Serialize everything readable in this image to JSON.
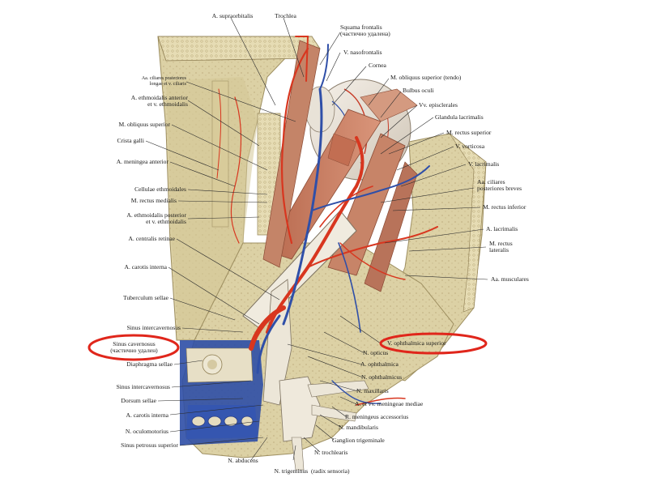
{
  "labels": {
    "a_supraorbitalis": "A. supraorbitalis",
    "trochlea": "Trochlea",
    "squama_frontalis": "Squama frontalis\n(частично удалена)",
    "v_nasofrontalis": "V. nasofrontalis",
    "cornea": "Cornea",
    "m_obliquus_superior_tendo": "M. obliquus superior (tendo)",
    "bulbus_oculi": "Bulbus oculi",
    "vv_episclerales": "Vv. episclerales",
    "glandula_lacrimalis": "Glandula lacrimalis",
    "m_rectus_superior": "M. rectus superior",
    "v_vorticosa": "V. vorticosa",
    "v_lacrimalis": "V. lacrimalis",
    "aa_ciliares_posteriores_breves": "Aa. ciliares\nposteriores breves",
    "m_rectus_inferior": "M. rectus inferior",
    "a_lacrimalis": "A. lacrimalis",
    "m_rectus_lateralis": "M. rectus\nlateralis",
    "aa_musculares": "Aa. musculares",
    "aa_ciliares_posteriores_longae": "Aa. ciliares posteriores\nlongae et v. ciliaris",
    "a_ethmoidalis_anterior": "A. ethmoidalis anterior\net v. ethmoidalis",
    "m_obliquus_superior": "M. obliquus superior",
    "crista_galli": "Crista galli",
    "a_meningea_anterior": "A. meningea anterior",
    "cellulae_ethmoidales": "Cellulae ethmoidales",
    "m_rectus_medialis": "M. rectus medialis",
    "a_ethmoidalis_posterior": "A. ethmoidalis posterior\net v. ethmoidalis",
    "a_centralis_retinae": "A. centralis retinae",
    "a_carotis_interna_upper": "A. carotis interna",
    "tuberculum_sellae": "Tuberculum sellae",
    "sinus_intercavernosus_upper": "Sinus intercavernosus",
    "sinus_cavernosus": "Sinus cavernosus\n(частично удален)",
    "diaphragma_sellae": "Diaphragma sellae",
    "sinus_intercavernosus_lower": "Sinus intercavernosus",
    "dorsum_sellae": "Dorsum sellae",
    "a_carotis_interna_lower": "A. carotis interna",
    "n_oculomotorius": "N. oculomotorius",
    "sinus_petrosus_superior": "Sinus petrosus superior",
    "n_abducens": "N. abducens",
    "n_trigeminus": "N. trigeminus  (radix sensoria)",
    "n_trochlearis": "N. trochlearis",
    "ganglion_trigeminale": "Ganglion trigeminale",
    "n_mandibularis": "N. mandibularis",
    "r_meningeus_accessorius": "R. meningeus accessorius",
    "a_et_vv_meningeae_mediae": "A. et vv. meningeae mediae",
    "n_maxillaris": "N. maxillaris",
    "n_ophthalmicus": "N. ophthalmicus",
    "a_ophthalmica": "A. ophthalmica",
    "n_opticus": "N. opticus",
    "v_ophthalmica_superior": "V. ophthalmica superior"
  },
  "colors": {
    "bone": "#ddd3a8",
    "bone_dark": "#b9a978",
    "muscle": "#c97b5e",
    "artery": "#d8361f",
    "vein": "#2f4fa8",
    "nerve": "#efe9dc",
    "highlight": "#e0261b"
  }
}
